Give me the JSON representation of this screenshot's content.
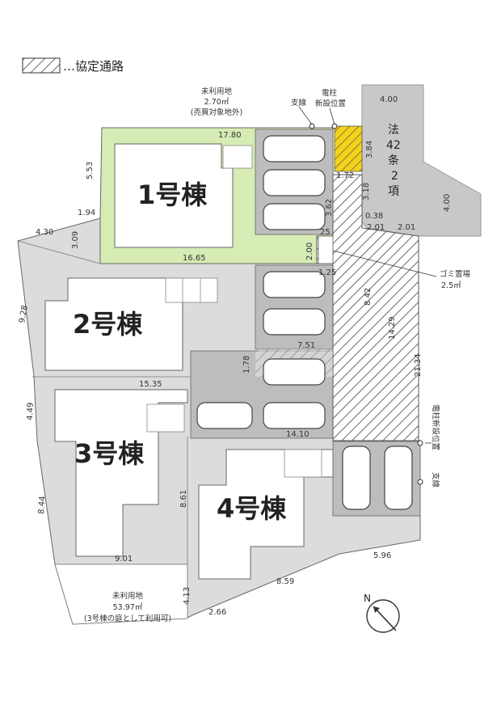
{
  "legend": {
    "label": "…協定通路"
  },
  "lots": {
    "lot1": "1号棟",
    "lot2": "2号棟",
    "lot3": "3号棟",
    "lot4": "4号棟"
  },
  "unused_top": {
    "line1": "未利用地",
    "line2": "2.70㎡",
    "line3": "(売買対象地外)"
  },
  "unused_bottom": {
    "line1": "未利用地",
    "line2": "53.97㎡",
    "line3": "(3号棟の庭として利用可)"
  },
  "callouts": {
    "guy_wire_top": "支線",
    "pole_top_1": "電柱",
    "pole_top_2": "新設位置",
    "trash_1": "ゴミ置場",
    "trash_2": "2.5㎡",
    "pole_bottom": "電柱新設位置",
    "guy_wire_bottom": "支線"
  },
  "road": {
    "c1": "法",
    "c2": "42",
    "c3": "条",
    "c4": "2",
    "c5": "項"
  },
  "dims": {
    "d_17_80": "17.80",
    "d_5_53": "5.53",
    "d_1_94": "1.94",
    "d_4_30": "4.30",
    "d_3_09": "3.09",
    "d_16_65": "16.65",
    "d_9_28": "9.28",
    "d_4_49": "4.49",
    "d_8_44": "8.44",
    "d_15_35": "15.35",
    "d_1_78": "1.78",
    "d_7_51": "7.51",
    "d_14_10": "14.10",
    "d_8_61": "8.61",
    "d_9_01": "9.01",
    "d_4_13": "4.13",
    "d_2_66": "2.66",
    "d_8_59": "8.59",
    "d_5_96": "5.96",
    "d_21_34": "21.34",
    "d_14_29": "14.29",
    "d_8_42": "8.42",
    "d_3_62": "3.62",
    "d_3_84": "3.84",
    "d_1_72": "1.72",
    "d_3_18": "3.18",
    "d_0_38": "0.38",
    "d_2_01a": "2.01",
    "d_2_01b": "2.01",
    "d_4_00a": "4.00",
    "d_4_00b": "4.00",
    "d_25": "25",
    "d_2_00": "2.00",
    "d_1_25": "1.25"
  },
  "compass": {
    "north": "N"
  },
  "colors": {
    "lot1_fill": "#d6ecb4",
    "lot_fill": "#dcdcdc",
    "parking_fill": "#bdbdbd",
    "road_fill": "#c8c8c8",
    "pole_hatch": "#f2d21a"
  }
}
